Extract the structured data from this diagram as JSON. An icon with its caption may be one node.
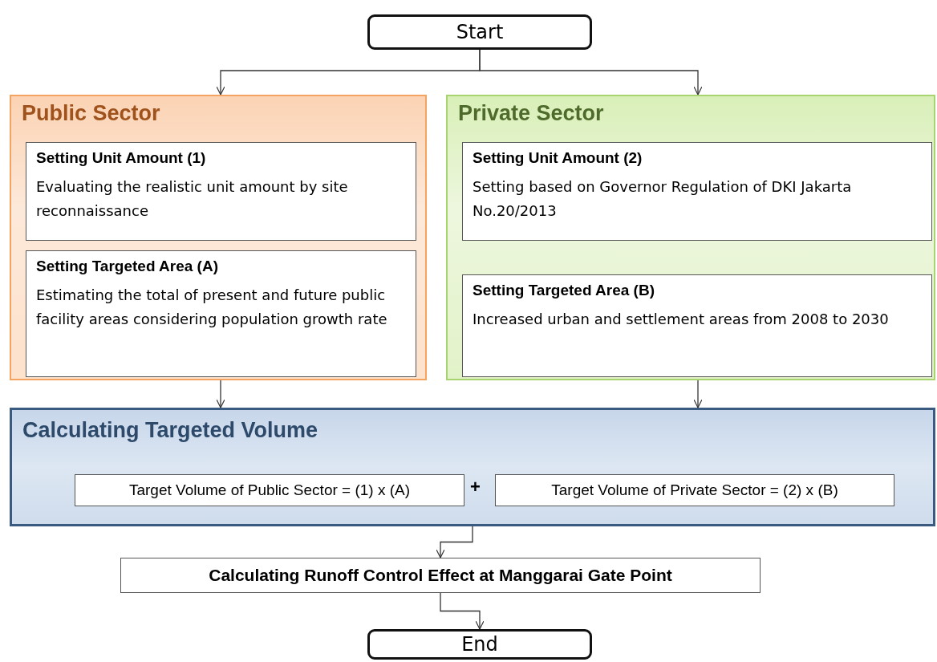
{
  "diagram": {
    "nodes": [
      {
        "text": [
          "Start"
        ]
      },
      {
        "text": [
          "Public Sector"
        ]
      },
      {
        "text": [
          "Setting Unit Amount (1)",
          "Evaluating the realistic unit amount by site reconnaissance"
        ],
        "in": 1
      },
      {
        "text": [
          "Setting Targeted Area (A)",
          "Estimating the total of present and future public facility areas considering population growth rate"
        ],
        "in": 1
      },
      {
        "text": [
          "Private Sector"
        ]
      },
      {
        "text": [
          "Setting Unit Amount (2)",
          "Setting based on Governor Regulation of DKI Jakarta No.20/2013"
        ],
        "in": 4
      },
      {
        "text": [
          "Setting Targeted Area (B)",
          "Increased urban and settlement areas from 2008 to 2030"
        ],
        "in": 4
      },
      {
        "text": [
          "Calculating Targeted Volume"
        ]
      },
      {
        "text": [
          "Target Volume of Public Sector = (1) x (A)"
        ],
        "in": 7
      },
      {
        "text": [
          "Target Volume of Private Sector = (2) x (B)"
        ],
        "in": 7
      },
      {
        "text": [
          "Calculating Runoff Control Effect at Manggarai Gate Point"
        ]
      },
      {
        "text": [
          "End"
        ]
      }
    ],
    "edges": [
      {
        "from": 0,
        "to": 1,
        "arrow": "to"
      },
      {
        "from": 0,
        "to": 4,
        "arrow": "to"
      },
      {
        "from": 1,
        "to": 7,
        "arrow": "to"
      },
      {
        "from": 4,
        "to": 7,
        "arrow": "to"
      },
      {
        "from": 7,
        "to": 10,
        "arrow": "to"
      },
      {
        "from": 10,
        "to": 11,
        "arrow": "to"
      }
    ],
    "labels": [
      "+"
    ]
  }
}
